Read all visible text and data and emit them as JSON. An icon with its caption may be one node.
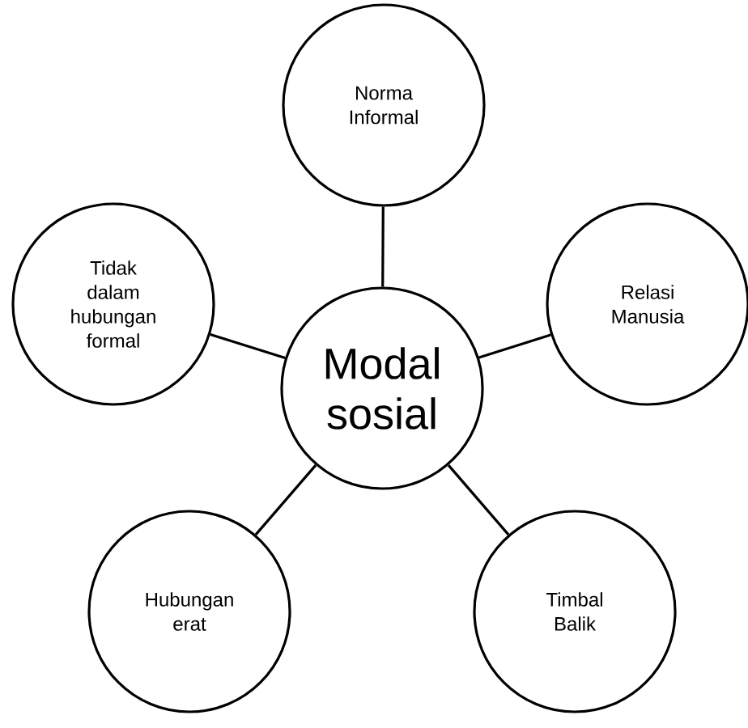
{
  "diagram": {
    "nodes": [
      {
        "text": [
          "Modal sosial"
        ]
      },
      {
        "text": [
          "Norma Informal"
        ]
      },
      {
        "text": [
          "Tidak dalam hubungan formal"
        ]
      },
      {
        "text": [
          "Relasi Manusia"
        ]
      },
      {
        "text": [
          "Hubungan erat"
        ]
      },
      {
        "text": [
          "Timbal Balik"
        ]
      }
    ],
    "edges": [
      {
        "from": 0,
        "to": 1,
        "arrow": "none"
      },
      {
        "from": 0,
        "to": 2,
        "arrow": "none"
      },
      {
        "from": 0,
        "to": 3,
        "arrow": "none"
      },
      {
        "from": 0,
        "to": 4,
        "arrow": "none"
      },
      {
        "from": 0,
        "to": 5,
        "arrow": "none"
      }
    ]
  }
}
